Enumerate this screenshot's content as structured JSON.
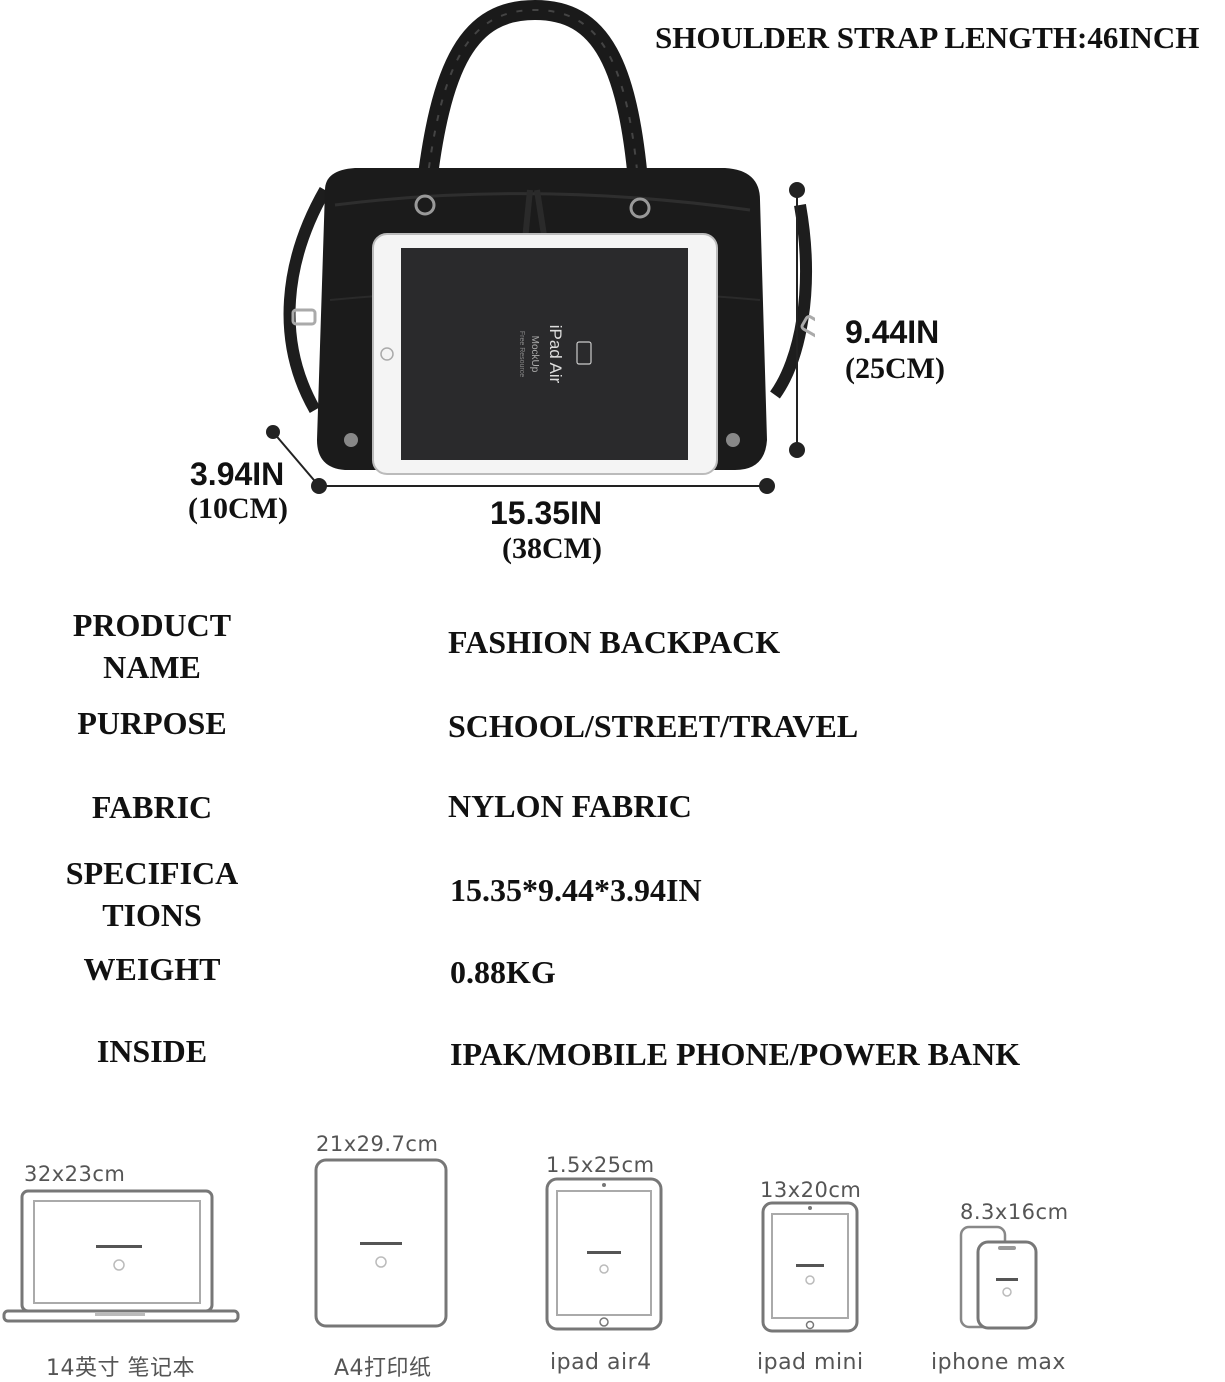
{
  "header": {
    "strap_note": "SHOULDER STRAP LENGTH:46INCH"
  },
  "figure": {
    "tablet_screen": {
      "title": "iPad Air",
      "line2": "MockUp",
      "line3": "Free Resource"
    }
  },
  "dimensions": {
    "height": {
      "inches": "9.44IN",
      "cm": "(25CM)"
    },
    "depth": {
      "inches": "3.94IN",
      "cm": "(10CM)"
    },
    "width": {
      "inches": "15.35IN",
      "cm": "(38CM)"
    }
  },
  "specs": [
    {
      "label": "PRODUCT\nNAME",
      "value": "FASHION BACKPACK"
    },
    {
      "label": "PURPOSE",
      "value": "SCHOOL/STREET/TRAVEL"
    },
    {
      "label": "FABRIC",
      "value": "NYLON FABRIC"
    },
    {
      "label": "SPECIFICA\nTIONS",
      "value": "15.35*9.44*3.94IN"
    },
    {
      "label": "WEIGHT",
      "value": "0.88KG"
    },
    {
      "label": "INSIDE",
      "value": "IPAK/MOBILE PHONE/POWER BANK"
    }
  ],
  "devices": [
    {
      "size": "32x23cm",
      "label": "14英寸  笔记本",
      "icon": "laptop-icon"
    },
    {
      "size": "21x29.7cm",
      "label": "A4打印纸",
      "icon": "paper-icon"
    },
    {
      "size": "1.5x25cm",
      "label": "ipad air4",
      "icon": "tablet-icon"
    },
    {
      "size": "13x20cm",
      "label": "ipad mini",
      "icon": "tablet-mini-icon"
    },
    {
      "size": "8.3x16cm",
      "label": "iphone max",
      "icon": "phone-icon"
    }
  ],
  "colors": {
    "bag": "#1b1b1b",
    "dim_line": "#222222",
    "device_outline": "#666666"
  }
}
